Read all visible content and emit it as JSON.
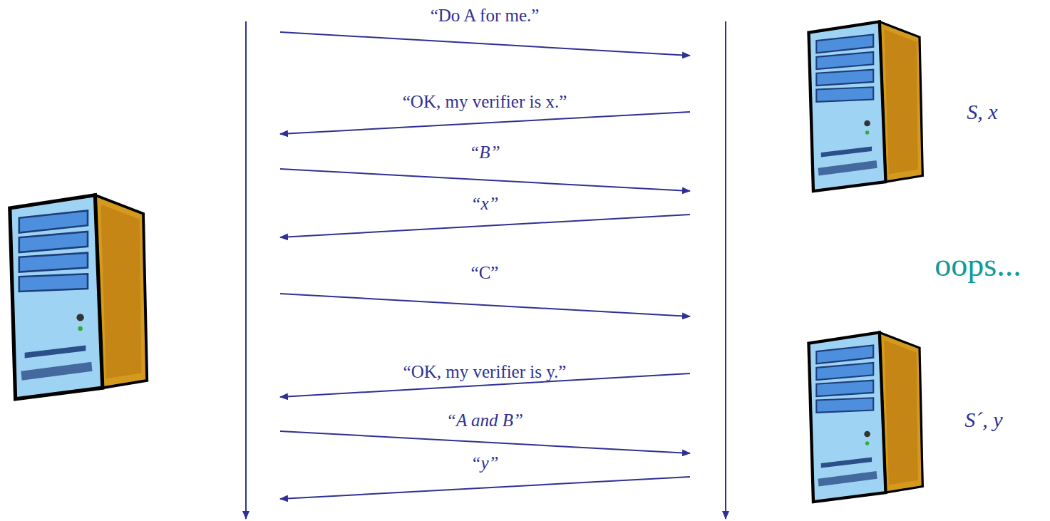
{
  "diagram": {
    "labels": [
      "“Do A for me.”",
      "“OK, my verifier is x.”",
      "“B”",
      "“x”",
      "“C”",
      "“OK, my verifier is y.”",
      "“A and B”",
      "“y”",
      "S, x",
      "oops...",
      "S´, y"
    ]
  }
}
